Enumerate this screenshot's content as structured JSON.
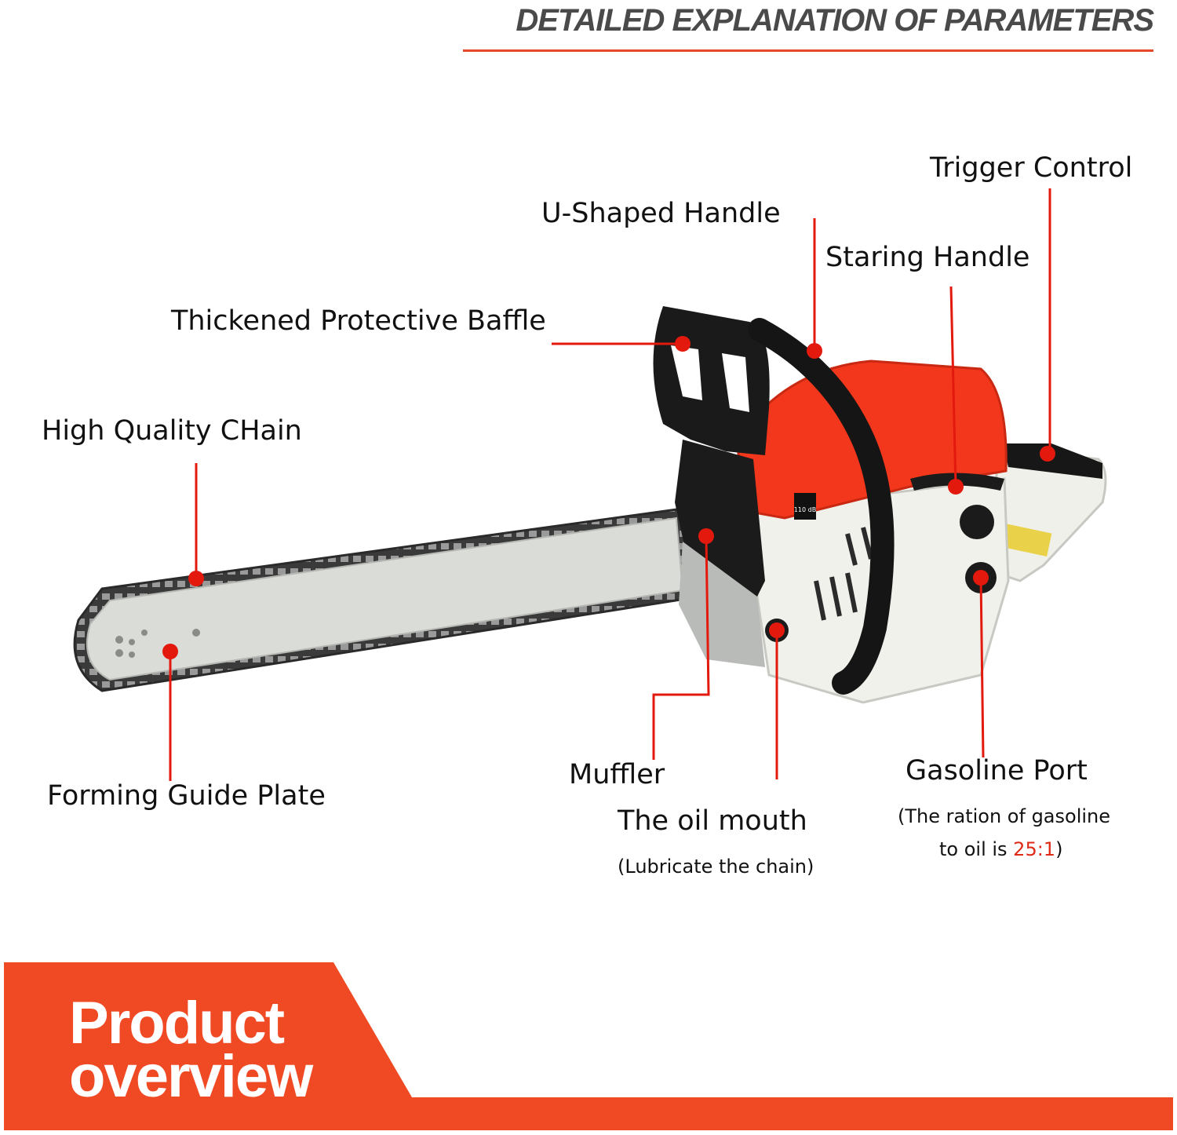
{
  "header": {
    "title": "DETAILED EXPLANATION OF PARAMETERS"
  },
  "labels": {
    "trigger_control": "Trigger Control",
    "u_shaped_handle": "U-Shaped Handle",
    "staring_handle": "Staring Handle",
    "thickened_baffle": "Thickened Protective Baffle",
    "high_quality_chain": "High Quality CHain",
    "forming_guide_plate": "Forming Guide Plate",
    "muffler": "Muffler",
    "oil_mouth": "The oil mouth",
    "oil_mouth_note": "(Lubricate the chain)",
    "gasoline_port": "Gasoline Port",
    "gasoline_note_line1": "(The ration of gasoline",
    "gasoline_note_line2_prefix": "to oil is ",
    "gasoline_ratio": "25:1",
    "gasoline_note_line2_suffix": ")"
  },
  "product_sticker": {
    "db_rating": "110 dB"
  },
  "banner": {
    "line1": "Product",
    "line2": "overview"
  },
  "colors": {
    "accent": "#f04a24",
    "callout": "#e3190e",
    "body_red": "#f2371c",
    "casing_white": "#f1f1ec",
    "bar_grey": "#d9dcd8",
    "black_handle": "#151515"
  }
}
